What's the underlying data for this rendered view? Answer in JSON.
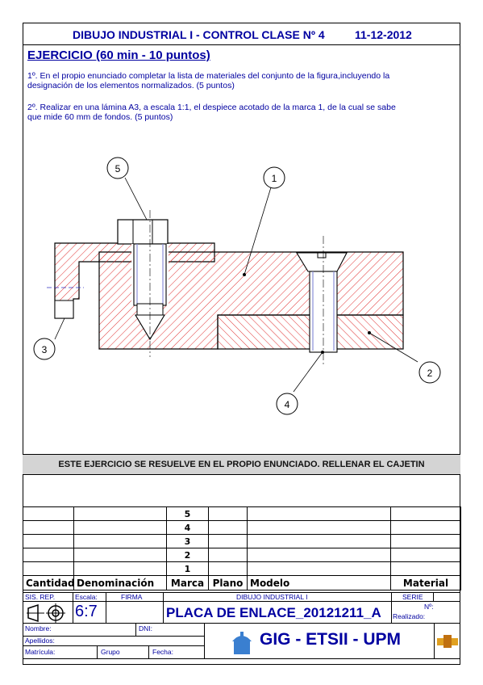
{
  "header": {
    "title": "DIBUJO INDUSTRIAL I  -  CONTROL CLASE Nº 4",
    "date": "11-12-2012"
  },
  "exercise": {
    "title": "EJERCICIO  (60 min - 10 puntos)",
    "p1_line1": "1º. En el propio enunciado completar la lista de materiales del conjunto de la figura,incluyendo la",
    "p1_line2": "designación de los elementos normalizados. (5 puntos)",
    "p2_line1": "2º. Realizar en una lámina A3, a escala 1:1, el despiece acotado de la marca 1, de la cual se sabe",
    "p2_line2": "que mide 60 mm de fondos. (5 puntos)"
  },
  "drawing": {
    "callouts": [
      "1",
      "2",
      "3",
      "4",
      "5"
    ]
  },
  "banner": "ESTE EJERCICIO SE RESUELVE EN EL PROPIO ENUNCIADO. RELLENAR EL CAJETIN",
  "bom": {
    "marks": [
      "5",
      "4",
      "3",
      "2",
      "1"
    ],
    "headers": {
      "cantidad": "Cantidad",
      "denominacion": "Denominación",
      "marca": "Marca",
      "plano": "Plano",
      "modelo": "Modelo",
      "material": "Material"
    }
  },
  "titleblock": {
    "sis_rep": "SIS. REP.",
    "escala_label": "Escala:",
    "firma": "FIRMA",
    "dibujo": "DIBUJO INDUSTRIAL I",
    "serie": "SERIE",
    "scale": "6:7",
    "plate_title": "PLACA DE ENLACE_20121211_A",
    "num_label": "Nº:",
    "realizado": "Realizado:",
    "nombre": "Nombre:",
    "dni": "DNI:",
    "apellidos": "Apellidos:",
    "matricula": "Matrícula:",
    "grupo": "Grupo",
    "fecha": "Fecha:",
    "school": "GIG - ETSII - UPM"
  },
  "colors": {
    "ink": "#0000a0",
    "hatch": "#e03030",
    "bolt": "#8a90d8"
  }
}
